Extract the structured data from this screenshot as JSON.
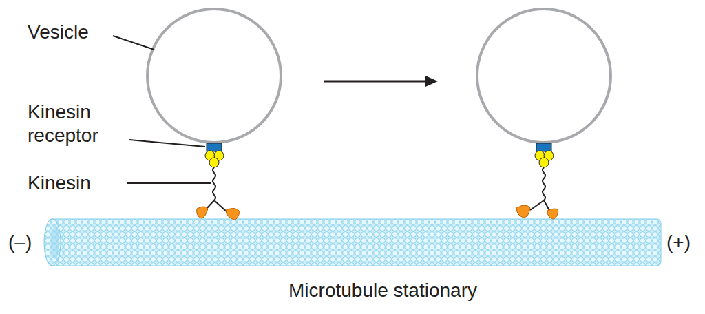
{
  "diagram": {
    "labels": [
      "Vesicle",
      "Kinesin receptor",
      "Kinesin",
      "(–)",
      "(+)",
      "Microtubule stationary"
    ]
  }
}
